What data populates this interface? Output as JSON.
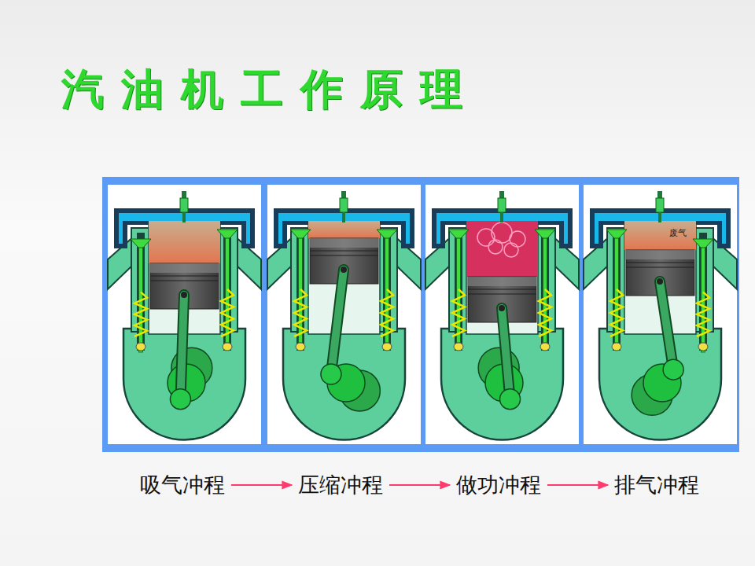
{
  "diagram": {
    "title": "汽油机工作原理",
    "nodes": [
      {
        "text": [
          "吸气冲程"
        ]
      },
      {
        "text": [
          "压缩冲程"
        ]
      },
      {
        "text": [
          "做功冲程"
        ]
      },
      {
        "text": [
          "排气冲程"
        ]
      }
    ],
    "edges": [
      {
        "from": 0,
        "to": 1,
        "arrow": "to"
      },
      {
        "from": 1,
        "to": 2,
        "arrow": "to"
      },
      {
        "from": 2,
        "to": 3,
        "arrow": "to"
      }
    ],
    "labels": [
      "废气"
    ]
  }
}
